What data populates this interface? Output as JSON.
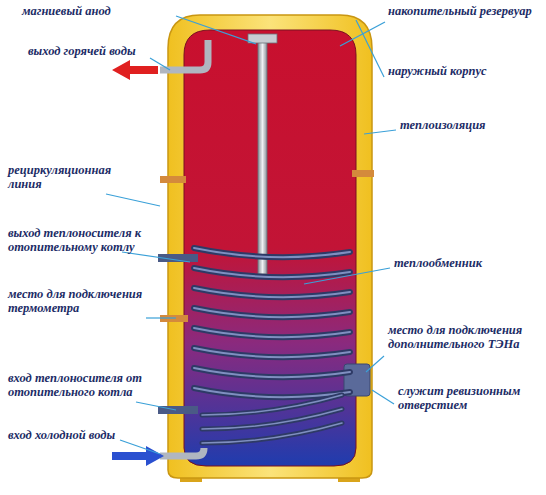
{
  "diagram": {
    "labels": [
      "магниевый анод",
      "накопительный резервуар",
      "выход горячей воды",
      "наружный корпус",
      "теплоизоляция",
      "рециркуляционная линия",
      "выход теплоносителя к отопительному котлу",
      "теплообменник",
      "место для подключения термометра",
      "место для подключения дополнительного ТЭНа",
      "вход теплоносителя от отопительного котла",
      "служит ревизионным отверстием",
      "вход холодной воды"
    ]
  }
}
